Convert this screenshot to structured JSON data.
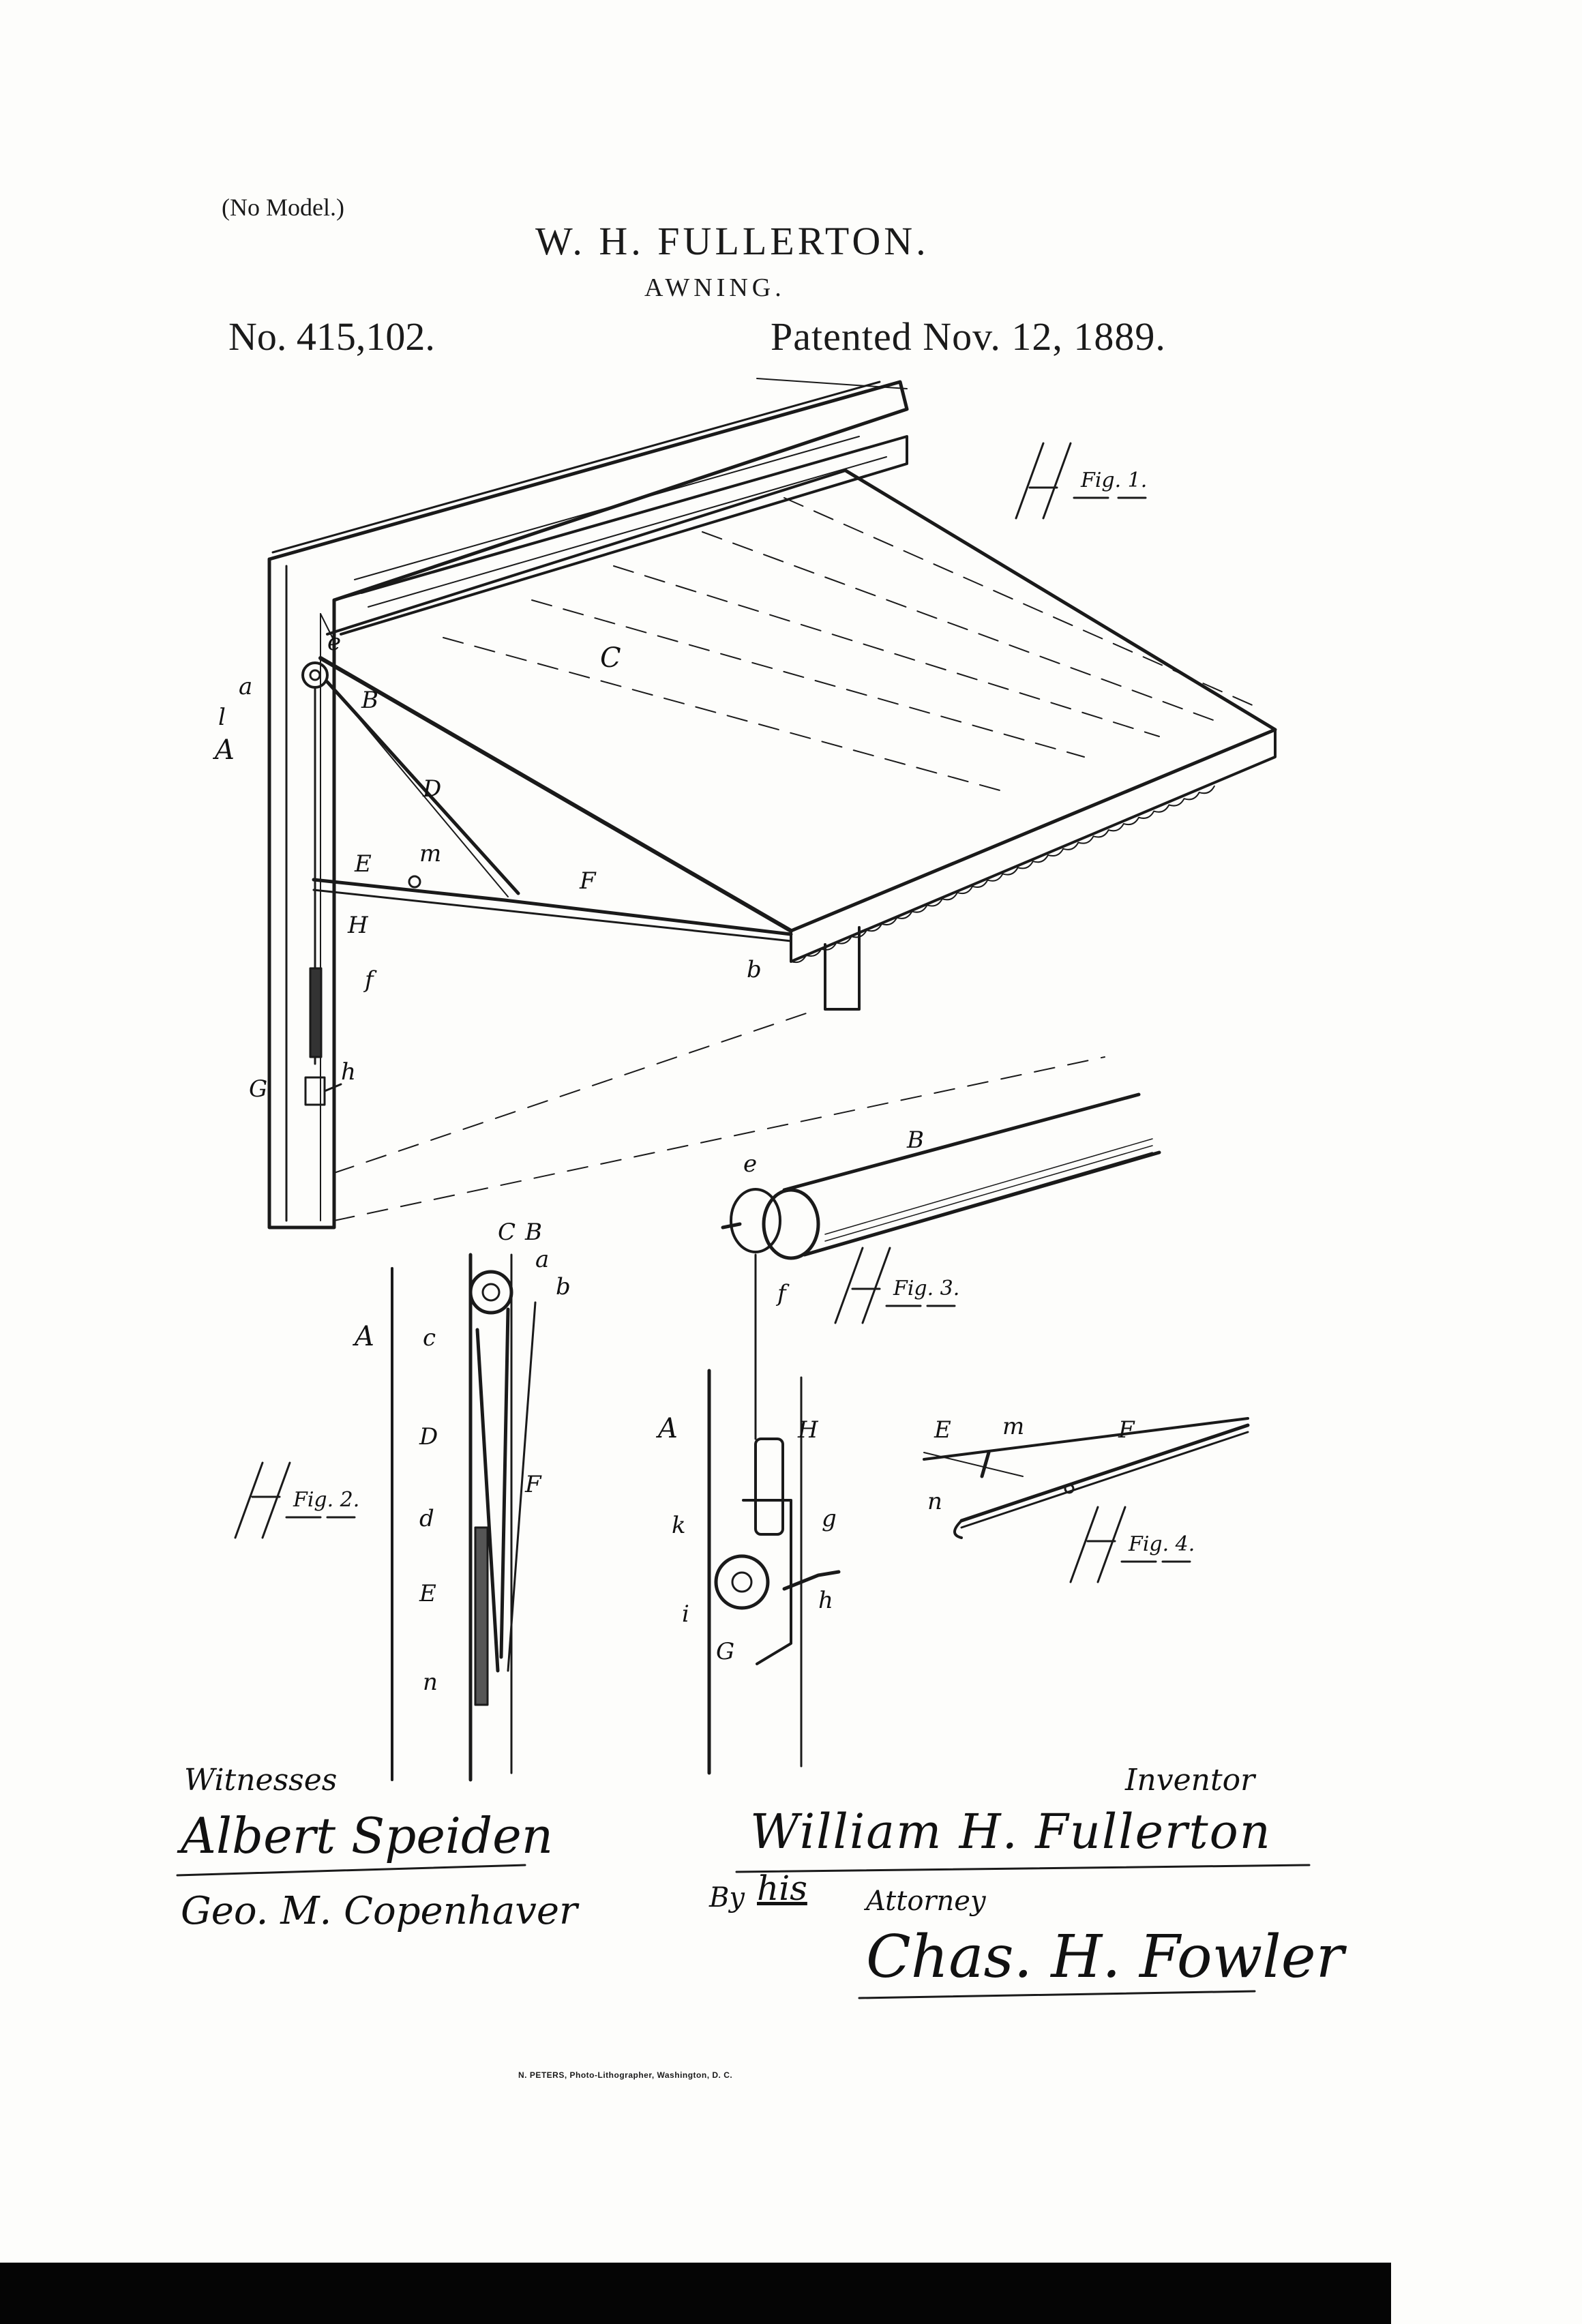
{
  "header": {
    "no_model": "(No Model.)",
    "inventor_name": "W. H. FULLERTON.",
    "title": "AWNING.",
    "patent_number": "No. 415,102.",
    "patented_date": "Patented Nov. 12, 1889."
  },
  "figures": {
    "fig1": {
      "caption": "Fig. 1.",
      "labels": [
        "C",
        "a",
        "e",
        "l",
        "A",
        "B",
        "D",
        "E",
        "m",
        "F",
        "H",
        "f",
        "b",
        "G",
        "h"
      ]
    },
    "fig2": {
      "caption": "Fig. 2.",
      "labels": [
        "C",
        "B",
        "a",
        "b",
        "A",
        "c",
        "D",
        "F",
        "d",
        "E",
        "n"
      ]
    },
    "fig3": {
      "caption": "Fig. 3.",
      "labels": [
        "e",
        "B",
        "f",
        "A",
        "H",
        "k",
        "g",
        "i",
        "h",
        "G"
      ]
    },
    "fig4": {
      "caption": "Fig. 4.",
      "labels": [
        "E",
        "m",
        "F",
        "n"
      ]
    }
  },
  "signatures": {
    "witnesses_label": "Witnesses",
    "witness_1": "Albert Speiden",
    "witness_2": "Geo. M. Copenhaver",
    "inventor_label": "Inventor",
    "inventor_signature": "William H. Fullerton",
    "by_label": "By",
    "his_label": "his",
    "attorney_label": "Attorney",
    "attorney_signature": "Chas. H. Fowler"
  },
  "footer": {
    "printer": "N. PETERS, Photo-Lithographer, Washington, D. C."
  }
}
